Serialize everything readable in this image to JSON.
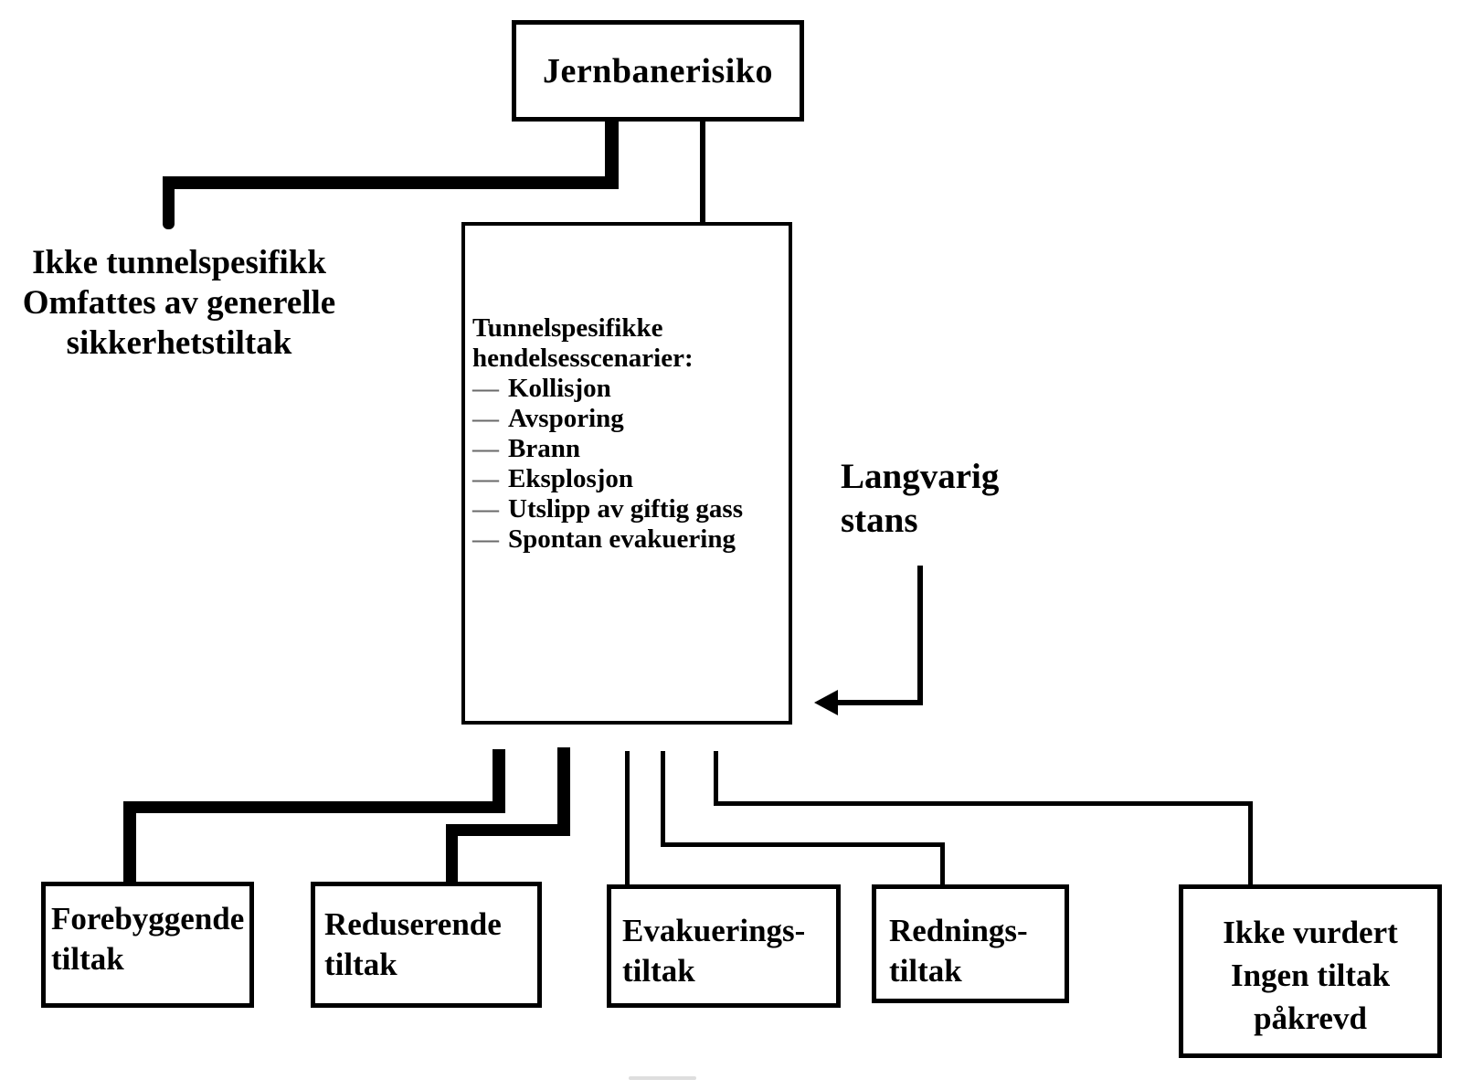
{
  "diagram": {
    "top_box": {
      "label": "Jernbanerisiko"
    },
    "left_note": {
      "lines": [
        "Ikke tunnelspesifikk",
        "Omfattes av generelle",
        "sikkerhetstiltak"
      ]
    },
    "center_box": {
      "title_lines": [
        "Tunnelspesifikke",
        "hendelsesscenarier:"
      ],
      "bullet": "—",
      "items": [
        "Kollisjon",
        "Avsporing",
        "Brann",
        "Eksplosjon",
        "Utslipp av giftig gass",
        "Spontan evakuering"
      ]
    },
    "side_note": {
      "lines": [
        "Langvarig",
        "stans"
      ]
    },
    "bottom_boxes": [
      {
        "lines": [
          "Forebyggende",
          "tiltak"
        ]
      },
      {
        "lines": [
          "Reduserende",
          "tiltak"
        ]
      },
      {
        "lines": [
          "Evakuerings-",
          "tiltak"
        ]
      },
      {
        "lines": [
          "Rednings-",
          "tiltak"
        ]
      },
      {
        "lines": [
          "Ikke vurdert",
          "Ingen tiltak",
          "påkrevd"
        ]
      }
    ],
    "colors": {
      "line": "#000000",
      "background": "#ffffff",
      "bullet_gray": "#6a6a6a"
    }
  }
}
